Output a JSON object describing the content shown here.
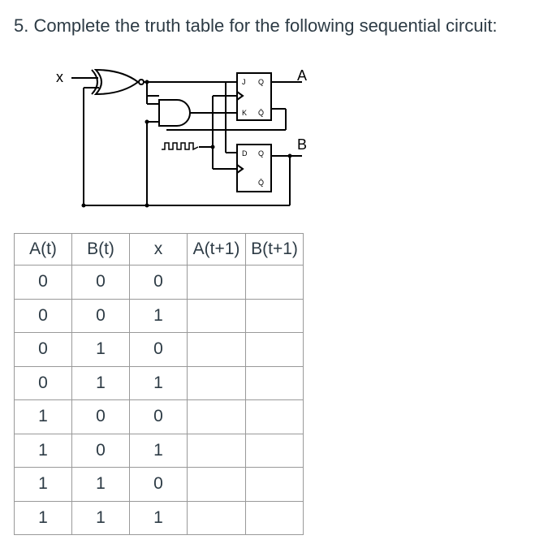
{
  "question": {
    "text": "5. Complete the truth table for the following sequential circuit:"
  },
  "circuit": {
    "labels": {
      "input_x": "x",
      "output_a": "A",
      "output_b": "B"
    },
    "jk_ff": {
      "j": "J",
      "k": "K",
      "q": "Q",
      "qbar": "Q̄"
    },
    "d_ff": {
      "d": "D",
      "q": "Q",
      "qbar": "Q̄"
    }
  },
  "table": {
    "headers": [
      "A(t)",
      "B(t)",
      "x",
      "A(t+1)",
      "B(t+1)"
    ],
    "rows": [
      [
        "0",
        "0",
        "0",
        "",
        ""
      ],
      [
        "0",
        "0",
        "1",
        "",
        ""
      ],
      [
        "0",
        "1",
        "0",
        "",
        ""
      ],
      [
        "0",
        "1",
        "1",
        "",
        ""
      ],
      [
        "1",
        "0",
        "0",
        "",
        ""
      ],
      [
        "1",
        "0",
        "1",
        "",
        ""
      ],
      [
        "1",
        "1",
        "0",
        "",
        ""
      ],
      [
        "1",
        "1",
        "1",
        "",
        ""
      ]
    ]
  }
}
